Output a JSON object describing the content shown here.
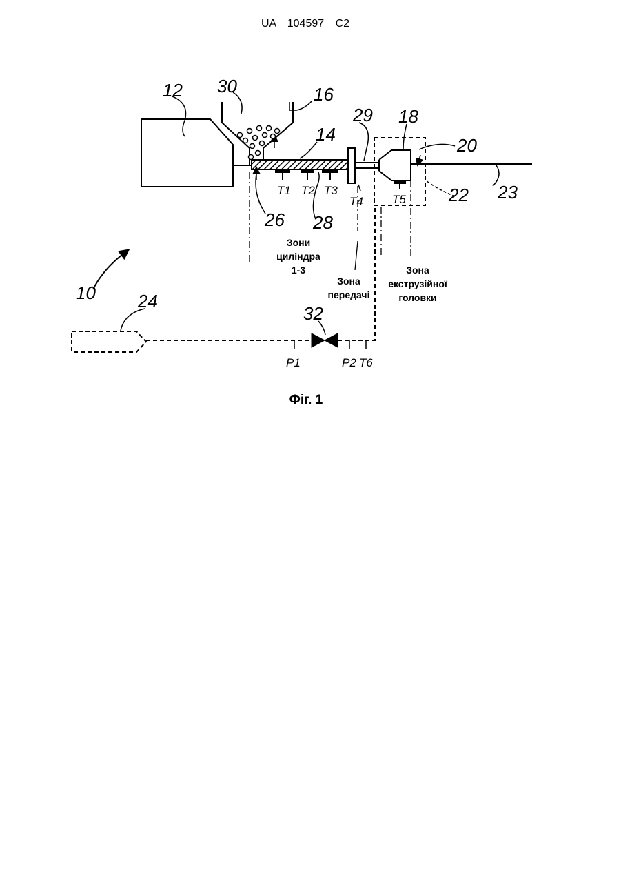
{
  "header": {
    "patent_number": "UA   104597   C2"
  },
  "reference_numerals": {
    "n10": "10",
    "n12": "12",
    "n14": "14",
    "n16": "16",
    "n18": "18",
    "n20": "20",
    "n22": "22",
    "n23": "23",
    "n24": "24",
    "n26": "26",
    "n28": "28",
    "n29": "29",
    "n30": "30",
    "n32": "32"
  },
  "sensors": {
    "t1": "T1",
    "t2": "T2",
    "t3": "T3",
    "t4": "T4",
    "t5": "T5",
    "t6": "T6",
    "p1": "P1",
    "p2": "P2"
  },
  "zones": {
    "barrel": [
      "Зони",
      "циліндра",
      "1-3"
    ],
    "transfer": [
      "Зона",
      "передачі"
    ],
    "die": [
      "Зона",
      "екструзійної",
      "головки"
    ]
  },
  "caption": "Фіг. 1"
}
